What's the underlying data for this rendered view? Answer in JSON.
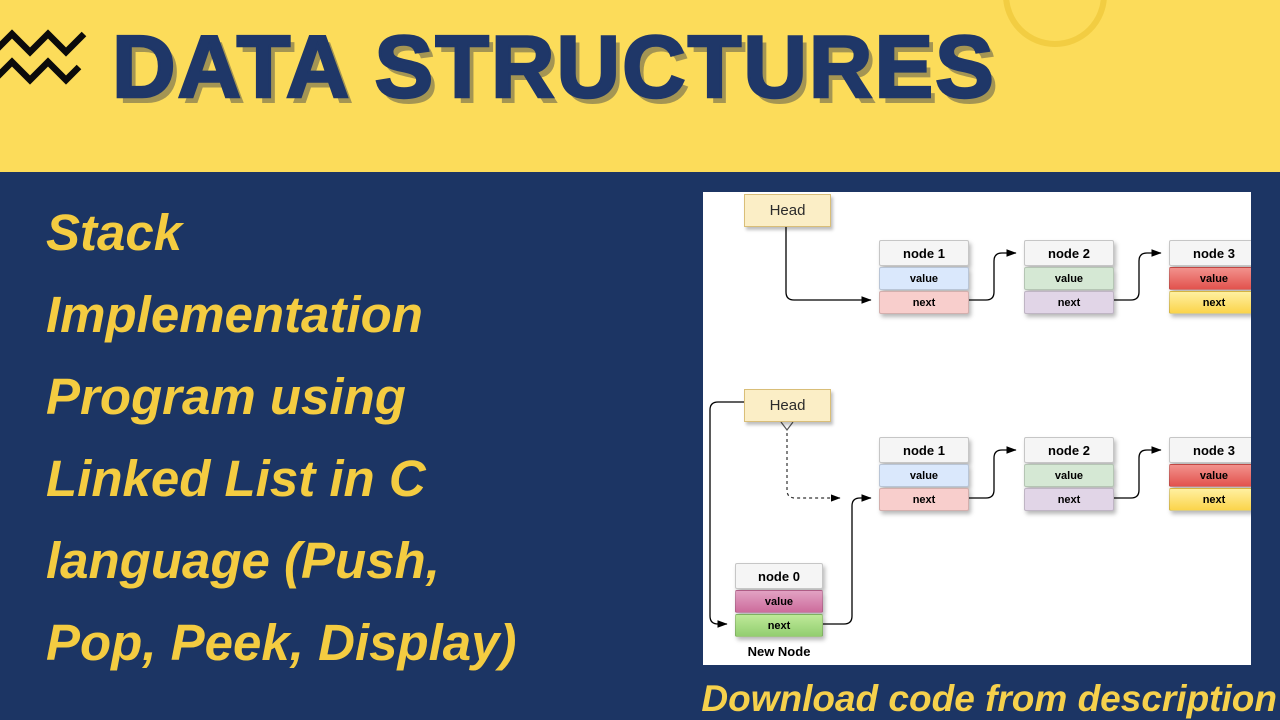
{
  "colors": {
    "band_yellow": "#FCDC5A",
    "navy_background": "#1C3564",
    "title_navy": "#1F3768",
    "headline_yellow": "#F4CC41",
    "footer_yellow": "#F6D14C",
    "ring_gold": "#EFC93C",
    "panel_white": "#FFFFFF",
    "head_box_fill": "#FBEEC6",
    "head_box_border": "#D9BE78"
  },
  "header": {
    "title": "DATA STRUCTURES"
  },
  "hero": {
    "lines": [
      "Stack",
      "Implementation",
      "Program using",
      "Linked List in C",
      "language (Push,",
      "Pop, Peek, Display)"
    ]
  },
  "footer": {
    "note": "Download code from description"
  },
  "diagram": {
    "top_list": {
      "head_label": "Head",
      "nodes": [
        {
          "title": "node 1",
          "value_label": "value",
          "next_label": "next",
          "value_bg": "#DAE8FC",
          "next_bg": "#F8CECC"
        },
        {
          "title": "node 2",
          "value_label": "value",
          "next_label": "next",
          "value_bg": "#D5E8D4",
          "next_bg": "#E1D5E7"
        },
        {
          "title": "node 3",
          "value_label": "value",
          "next_label": "next",
          "value_bg": [
            "#F2918C",
            "#E2524D"
          ],
          "next_bg": [
            "#FFF0A0",
            "#FBD44B"
          ]
        }
      ]
    },
    "mid_list": {
      "head_label": "Head",
      "nodes": [
        {
          "title": "node 1",
          "value_label": "value",
          "next_label": "next",
          "value_bg": "#DAE8FC",
          "next_bg": "#F8CECC"
        },
        {
          "title": "node 2",
          "value_label": "value",
          "next_label": "next",
          "value_bg": "#D5E8D4",
          "next_bg": "#E1D5E7"
        },
        {
          "title": "node 3",
          "value_label": "value",
          "next_label": "next",
          "value_bg": [
            "#F2918C",
            "#E2524D"
          ],
          "next_bg": [
            "#FFF0A0",
            "#FBD44B"
          ]
        }
      ]
    },
    "new_node": {
      "title": "node 0",
      "value_label": "value",
      "next_label": "next",
      "value_bg": [
        "#E2A2C3",
        "#CD6C9C"
      ],
      "next_bg": [
        "#BEE999",
        "#93CE70"
      ],
      "caption": "New Node"
    }
  }
}
